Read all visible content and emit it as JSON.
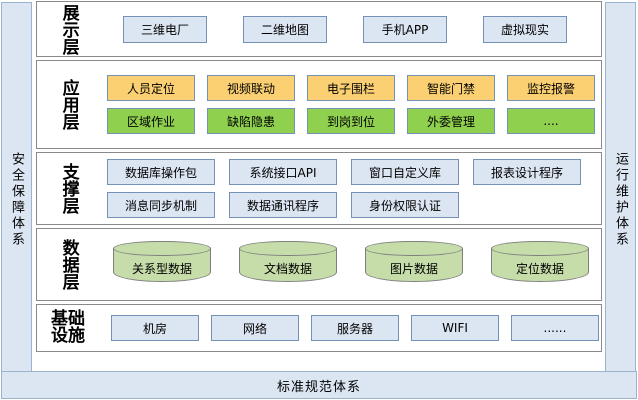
{
  "pillars": {
    "left": {
      "label": "安全保障体系"
    },
    "right": {
      "label": "运行维护体系"
    }
  },
  "bottom_bar": {
    "label": "标准规范体系"
  },
  "layers": [
    {
      "id": "display",
      "label": "展示层",
      "label_style": "vertical",
      "rows": [
        {
          "style": "blue",
          "nodes": [
            "三维电厂",
            "二维地图",
            "手机APP",
            "虚拟现实"
          ]
        }
      ]
    },
    {
      "id": "application",
      "label": "应用层",
      "label_style": "vertical",
      "rows": [
        {
          "style": "amber",
          "nodes": [
            "人员定位",
            "视频联动",
            "电子围栏",
            "智能门禁",
            "监控报警"
          ]
        },
        {
          "style": "green",
          "nodes": [
            "区域作业",
            "缺陷隐患",
            "到岗到位",
            "外委管理",
            "...."
          ]
        }
      ]
    },
    {
      "id": "support",
      "label": "支撑层",
      "label_style": "vertical",
      "rows": [
        {
          "style": "blue",
          "nodes": [
            "数据库操作包",
            "系统接口API",
            "窗口自定义库",
            "报表设计程序"
          ]
        },
        {
          "style": "blue",
          "nodes": [
            "消息同步机制",
            "数据通讯程序",
            "身份权限认证"
          ]
        }
      ]
    },
    {
      "id": "data",
      "label": "数据层",
      "label_style": "vertical",
      "cylinders": [
        "关系型数据",
        "文档数据",
        "图片数据",
        "定位数据"
      ]
    },
    {
      "id": "infrastructure",
      "label_line1": "基础",
      "label_line2": "设施",
      "label_style": "two-line",
      "rows": [
        {
          "style": "blue",
          "nodes": [
            "机房",
            "网络",
            "服务器",
            "WIFI",
            "......"
          ]
        }
      ]
    }
  ],
  "colors": {
    "pillar_fill": "#dce6f2",
    "node_blue_fill": "#dce6f2",
    "node_amber_fill": "#fbd072",
    "node_green_fill": "#8fd14f",
    "cylinder_fill": "#c6ddaa",
    "node_border": "#7392b5",
    "layer_border": "#8a8a8a"
  }
}
